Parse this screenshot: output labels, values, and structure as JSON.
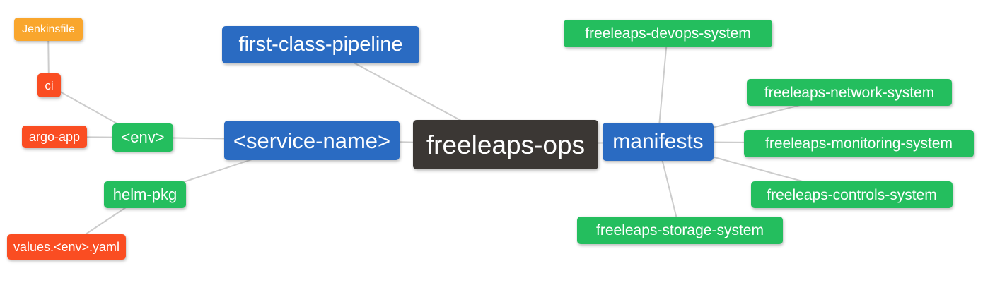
{
  "colors": {
    "blue": "#2A6BC2",
    "green": "#24BE5E",
    "orange": "#F9A62D",
    "red": "#FA4D22",
    "dark": "#3B3734",
    "edge": "#CCCCCC",
    "background": "#FFFFFF",
    "text": "#FFFFFF"
  },
  "diagram": {
    "type": "mind-map",
    "root": "freeleaps-ops",
    "nodes": {
      "jenkinsfile": {
        "label": "Jenkinsfile",
        "color": "orange"
      },
      "ci": {
        "label": "ci",
        "color": "red"
      },
      "argo_app": {
        "label": "argo-app",
        "color": "red"
      },
      "env": {
        "label": "<env>",
        "color": "green"
      },
      "service_name": {
        "label": "<service-name>",
        "color": "blue"
      },
      "first_class_pipeline": {
        "label": "first-class-pipeline",
        "color": "blue"
      },
      "freeleaps_ops": {
        "label": "freeleaps-ops",
        "color": "dark"
      },
      "manifests": {
        "label": "manifests",
        "color": "blue"
      },
      "helm_pkg": {
        "label": "helm-pkg",
        "color": "green"
      },
      "values_env_yaml": {
        "label": "values.<env>.yaml",
        "color": "red"
      },
      "devops_system": {
        "label": "freeleaps-devops-system",
        "color": "green"
      },
      "network_system": {
        "label": "freeleaps-network-system",
        "color": "green"
      },
      "monitoring_system": {
        "label": "freeleaps-monitoring-system",
        "color": "green"
      },
      "controls_system": {
        "label": "freeleaps-controls-system",
        "color": "green"
      },
      "storage_system": {
        "label": "freeleaps-storage-system",
        "color": "green"
      }
    },
    "edges": [
      [
        "jenkinsfile",
        "ci"
      ],
      [
        "ci",
        "env"
      ],
      [
        "argo_app",
        "env"
      ],
      [
        "env",
        "service_name"
      ],
      [
        "helm_pkg",
        "service_name"
      ],
      [
        "values_env_yaml",
        "helm_pkg"
      ],
      [
        "service_name",
        "freeleaps_ops"
      ],
      [
        "first_class_pipeline",
        "freeleaps_ops"
      ],
      [
        "freeleaps_ops",
        "manifests"
      ],
      [
        "manifests",
        "devops_system"
      ],
      [
        "manifests",
        "network_system"
      ],
      [
        "manifests",
        "monitoring_system"
      ],
      [
        "manifests",
        "controls_system"
      ],
      [
        "manifests",
        "storage_system"
      ]
    ]
  }
}
